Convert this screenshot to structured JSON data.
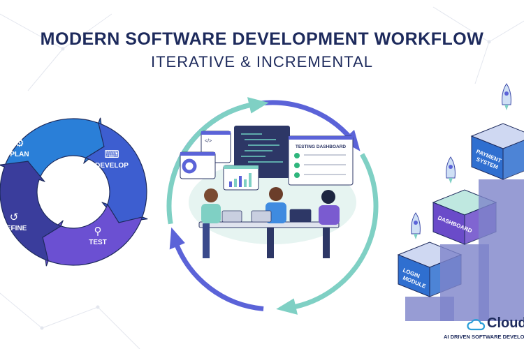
{
  "header": {
    "title": "MODERN SOFTWARE DEVELOPMENT WORKFLOW",
    "subtitle": "ITERATIVE & INCREMENTAL"
  },
  "cycle": {
    "stages": [
      {
        "label": "PLAN",
        "icon": "gears-icon",
        "color": "#2a7fd8"
      },
      {
        "label": "DEVELOP",
        "icon": "code-window-icon",
        "color": "#3d5ed0"
      },
      {
        "label": "TEST",
        "icon": "magnifier-icon",
        "color": "#6b50d2"
      },
      {
        "label": "REFINE",
        "icon": "undo-arrow-icon",
        "color": "#3a3d9c"
      }
    ]
  },
  "team_scene": {
    "dashboard_title": "TESTING DASHBOARD",
    "loop_arrow_colors": [
      "#5b63d8",
      "#7fd0c4"
    ]
  },
  "modules": [
    {
      "label_line1": "LOGIN",
      "label_line2": "MODULE",
      "color": "#2f6fd0"
    },
    {
      "label_line1": "DASHBOARD",
      "label_line2": "",
      "color": "#6a4bc9"
    },
    {
      "label_line1": "PAYMENT",
      "label_line2": "SYSTEM",
      "color": "#2f6fd0"
    }
  ],
  "logo": {
    "name": "Cloud",
    "tagline": "AI DRIVEN SOFTWARE DEVELO"
  }
}
